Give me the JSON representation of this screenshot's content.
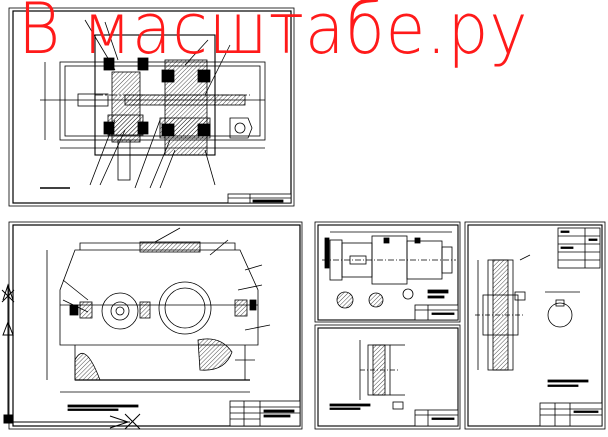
{
  "watermark": {
    "text": "В масштабе.ру",
    "color": "#ff1a1a"
  },
  "colors": {
    "frame": "#000000",
    "background": "#ffffff",
    "hatch": "#000000"
  },
  "icons": [
    "ucs-axes-icon"
  ],
  "sheets": [
    {
      "name": "sheet-assembly-drawing"
    },
    {
      "name": "sheet-housing-drawing"
    },
    {
      "name": "sheet-shaft-drawing"
    },
    {
      "name": "sheet-cover-drawing"
    },
    {
      "name": "sheet-gear-wheel-drawing"
    }
  ]
}
